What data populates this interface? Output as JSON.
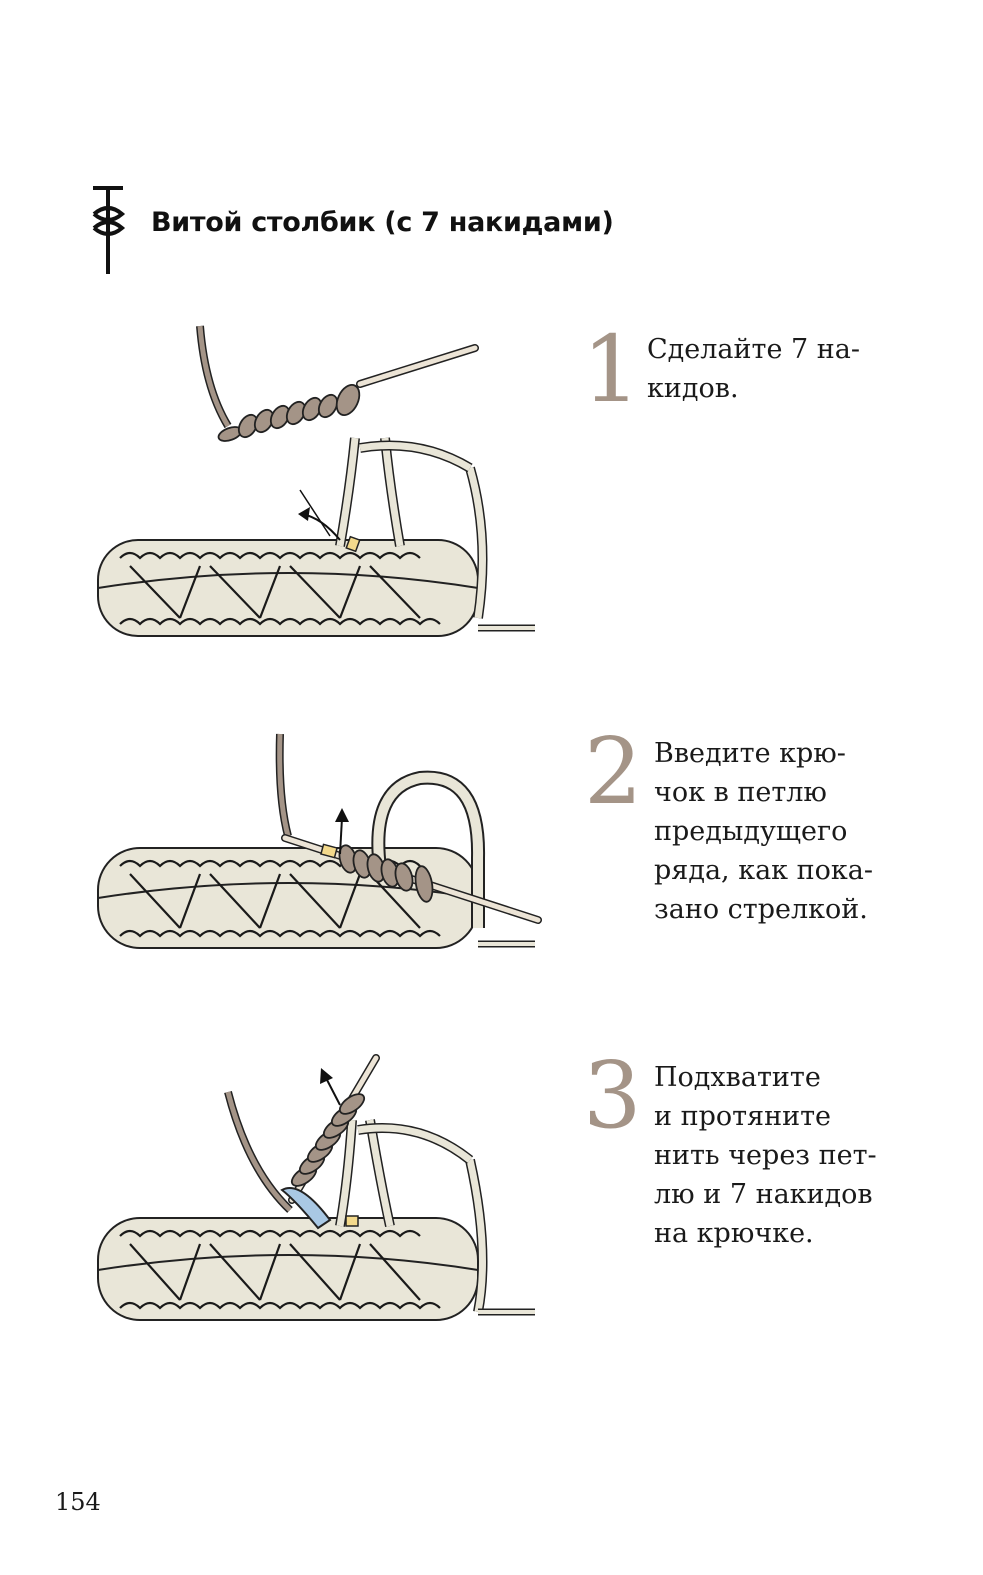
{
  "header": {
    "symbol_icon": "twisted-stitch-symbol",
    "title": "Витой столбик (с 7 накидами)"
  },
  "steps": [
    {
      "number": "1",
      "text": "Сделайте 7 на-\nкидов."
    },
    {
      "number": "2",
      "text": "Введите крю-\nчок в петлю\nпредыдущего\nряда, как пока-\nзано стрелкой."
    },
    {
      "number": "3",
      "text": "Подхватите\nи протяните\nнить через пет-\nлю и 7 накидов\nна крючке."
    }
  ],
  "colors": {
    "yarn": "#e9e6d8",
    "working_yarn": "#a49487",
    "hook": "#ece4d6",
    "accent_yellow": "#f3d98b",
    "accent_blue": "#a9c8e4",
    "step_number": "#a49487"
  },
  "page_number": "154"
}
